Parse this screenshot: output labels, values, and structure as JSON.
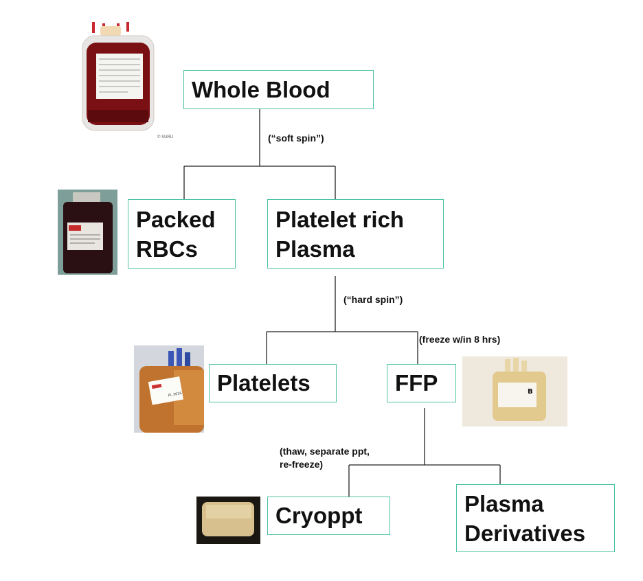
{
  "nodes": {
    "whole_blood": "Whole Blood",
    "packed_rbcs": [
      "Packed",
      "RBCs"
    ],
    "platelet_rich_plasma": [
      "Platelet rich",
      "Plasma"
    ],
    "platelets": "Platelets",
    "ffp": "FFP",
    "cryoppt": "Cryoppt",
    "plasma_derivatives": [
      "Plasma",
      "Derivatives"
    ]
  },
  "notes": {
    "soft_spin": "(“soft spin”)",
    "hard_spin": "(“hard spin”)",
    "freeze": "(freeze w/in 8 hrs)",
    "thaw": [
      "(thaw, separate ppt,",
      "re-freeze)"
    ]
  },
  "photo_credit": "© SURU",
  "photo_labels": {
    "platelets_bag_tag": "PL 3616"
  },
  "colors": {
    "box_border": "#4cc2a3",
    "connector": "#222222"
  }
}
